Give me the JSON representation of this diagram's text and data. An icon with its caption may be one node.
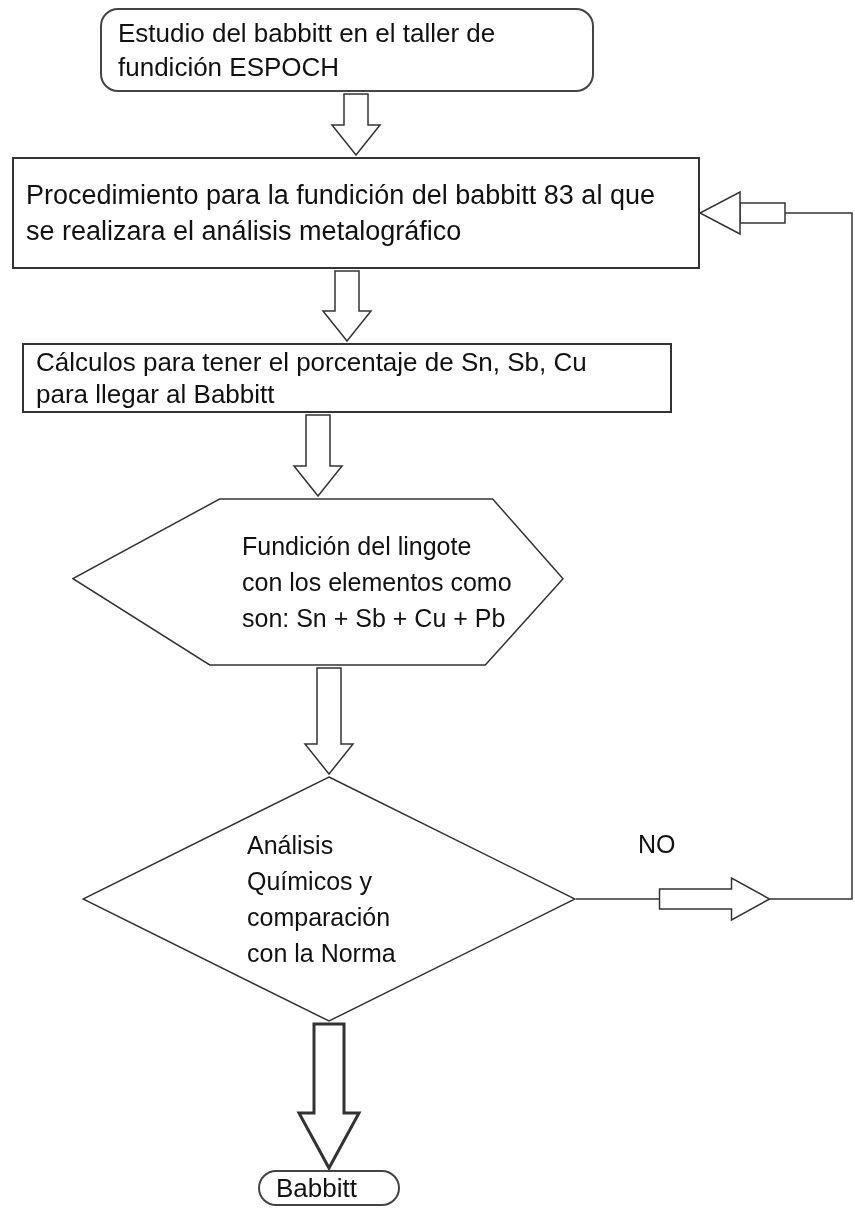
{
  "diagram": {
    "nodes": [
      {
        "text": [
          "Estudio del babbitt en el taller de fundición ESPOCH"
        ]
      },
      {
        "text": [
          "Procedimiento para la fundición del babbitt 83 al que se realizara el análisis metalográfico"
        ]
      },
      {
        "text": [
          "Cálculos para tener el porcentaje de Sn, Sb, Cu para llegar al Babbitt"
        ]
      },
      {
        "text": [
          "Fundición del lingote con los elementos como son: Sn + Sb + Cu + Pb"
        ]
      },
      {
        "text": [
          "Análisis Químicos y comparación con la Norma"
        ]
      },
      {
        "text": [
          "Babbitt"
        ]
      }
    ],
    "edges": [
      {
        "from": 0,
        "to": 1,
        "arrow": "to"
      },
      {
        "from": 1,
        "to": 2,
        "arrow": "to"
      },
      {
        "from": 2,
        "to": 3,
        "arrow": "to"
      },
      {
        "from": 3,
        "to": 4,
        "arrow": "to"
      },
      {
        "from": 4,
        "to": 1,
        "arrow": "to",
        "label": "NO"
      },
      {
        "from": 4,
        "to": 5,
        "arrow": "to",
        "style": "thick"
      }
    ]
  }
}
